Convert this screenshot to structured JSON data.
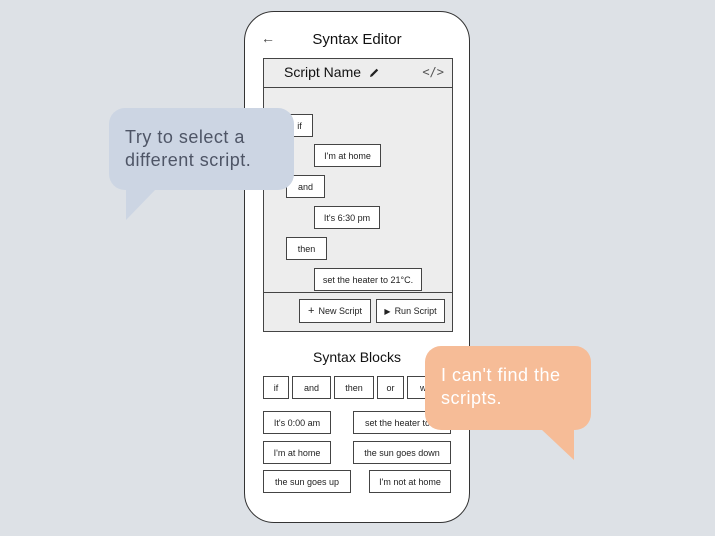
{
  "app": {
    "title": "Syntax Editor"
  },
  "editor": {
    "script_name": "Script Name",
    "blocks": [
      "if",
      "I'm at home",
      "and",
      "It's 6:30 pm",
      "then",
      "set the heater to 21°C."
    ],
    "buttons": {
      "new_script": "New Script",
      "run_script": "Run Script"
    }
  },
  "syntax_blocks": {
    "title": "Syntax Blocks",
    "keywords": [
      "if",
      "and",
      "then",
      "or",
      "w"
    ],
    "items": [
      "It's 0:00 am",
      "set the heater to",
      "I'm at home",
      "the sun goes down",
      "the sun goes up",
      "I'm not at home"
    ]
  },
  "bubbles": {
    "left": {
      "lines": [
        "Try to select a",
        "different script."
      ]
    },
    "right": {
      "lines": [
        "I can't find the",
        "scripts."
      ]
    }
  },
  "colors": {
    "background": "#dde1e6",
    "left_bubble": "#ccd5e3",
    "right_bubble": "#f6bc97"
  },
  "icons": [
    "back-arrow-icon",
    "pencil-icon",
    "code-icon",
    "plus-icon",
    "play-icon"
  ]
}
